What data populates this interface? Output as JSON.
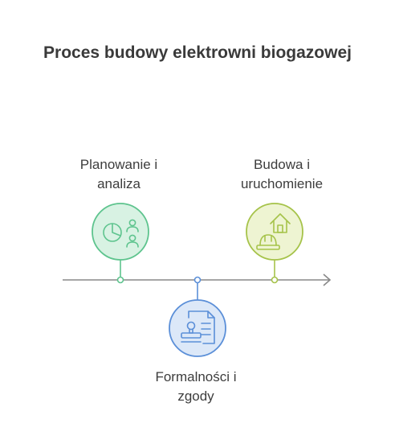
{
  "title": "Proces budowy elektrowni biogazowej",
  "steps": [
    {
      "label_line1": "Planowanie i",
      "label_line2": "analiza",
      "icon": "chart-people-icon",
      "color": "#5ec48e",
      "fill": "#d8f2e3"
    },
    {
      "label_line1": "Formalności i",
      "label_line2": "zgody",
      "icon": "stamp-document-icon",
      "color": "#5b8fd8",
      "fill": "#dce8f8"
    },
    {
      "label_line1": "Budowa i",
      "label_line2": "uruchomienie",
      "icon": "house-helmet-icon",
      "color": "#a6c34a",
      "fill": "#eef4d2"
    }
  ],
  "colors": {
    "axis": "#888888",
    "title": "#3a3a3a"
  }
}
